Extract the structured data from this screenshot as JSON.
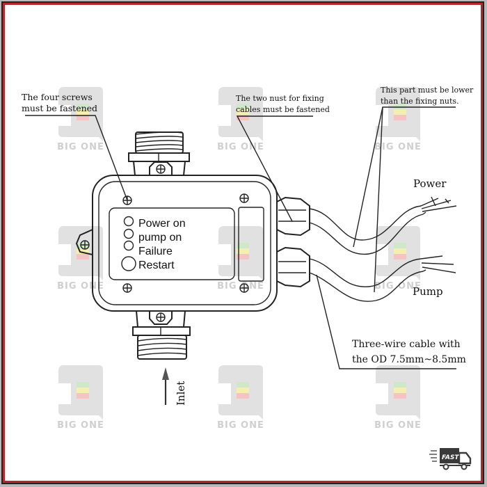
{
  "diagram": {
    "callouts": {
      "screws": [
        "The four screws",
        "must be fastened"
      ],
      "nuts": [
        "The two nust for fixing",
        "cables must be fastened"
      ],
      "lower_part": [
        "This part must be lower",
        "than the fixing nuts."
      ],
      "cable": [
        "Three-wire cable with",
        "the OD 7.5mm~8.5mm"
      ]
    },
    "panel_labels": [
      "Power on",
      "pump on",
      "Failure",
      "Restart"
    ],
    "cable_labels": {
      "power": "Power",
      "pump": "Pump"
    },
    "inlet_label": "Inlet"
  },
  "watermark": {
    "text": "BIG ONE",
    "stripe_colors": [
      "#cfe8c8",
      "#f4eeb0",
      "#f4c4c4"
    ],
    "logo_color": "#dcdcdc"
  },
  "badge": {
    "label": "FAST",
    "icon": "delivery-truck-icon"
  },
  "frame": {
    "border_color": "#b8262c"
  }
}
